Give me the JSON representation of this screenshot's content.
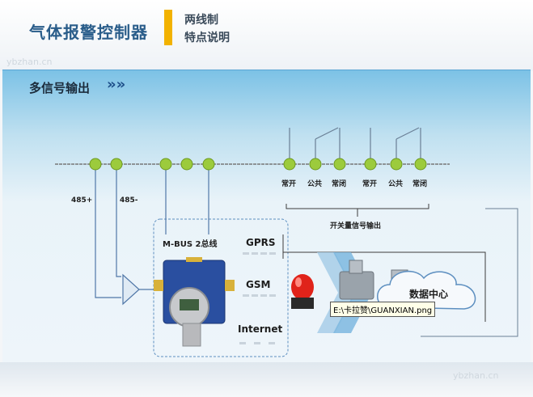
{
  "header": {
    "title": "气体报警控制器",
    "subtitle_line1": "两线制",
    "subtitle_line2": "特点说明",
    "accent_color": "#f2b200"
  },
  "section": {
    "title": "多信号输出",
    "arrows": "»»"
  },
  "watermarks": {
    "top_left": "ybzhan.cn",
    "bottom_right": "ybzhan.cn"
  },
  "bus": {
    "label_485_plus": "485+",
    "label_485_minus": "485-",
    "label_mbus": "M-BUS 2总线"
  },
  "relays": {
    "labels": [
      "常开",
      "公共",
      "常闭",
      "常开",
      "公共",
      "常闭"
    ],
    "group_label": "开关量信号输出"
  },
  "wireless": {
    "gprs": "GPRS",
    "gsm": "GSM",
    "internet": "Internet"
  },
  "cloud": {
    "label": "数据中心"
  },
  "tooltip": {
    "text": "E:\\卡拉赞\\GUANXIAN.png"
  },
  "icons": [
    "bus-node-icon",
    "amplifier-triangle-icon",
    "gas-detector-icon",
    "alarm-beacon-icon",
    "double-chevron-icon",
    "valve-icon",
    "cloud-icon"
  ]
}
